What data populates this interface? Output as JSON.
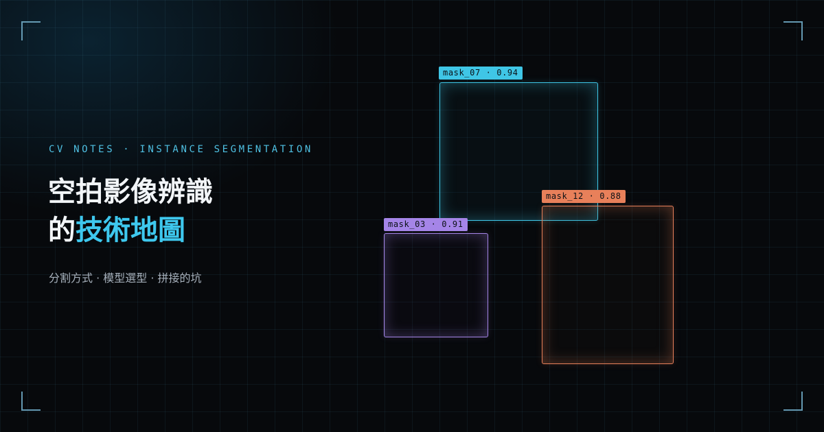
{
  "eyebrow": "CV NOTES · INSTANCE SEGMENTATION",
  "title": {
    "line1": "空拍影像辨識",
    "line2_prefix": "的",
    "line2_accent": "技術地圖"
  },
  "subtitle": "分割方式 · 模型選型 · 拼接的坑",
  "colors": {
    "background": "#07090c",
    "accent": "#3ec8ee",
    "mask_07": "#3fc6e6",
    "mask_03": "#a585e8",
    "mask_12": "#e8805a"
  },
  "detections": [
    {
      "label": "mask_07 · 0.94"
    },
    {
      "label": "mask_03 · 0.91"
    },
    {
      "label": "mask_12 · 0.88"
    }
  ]
}
